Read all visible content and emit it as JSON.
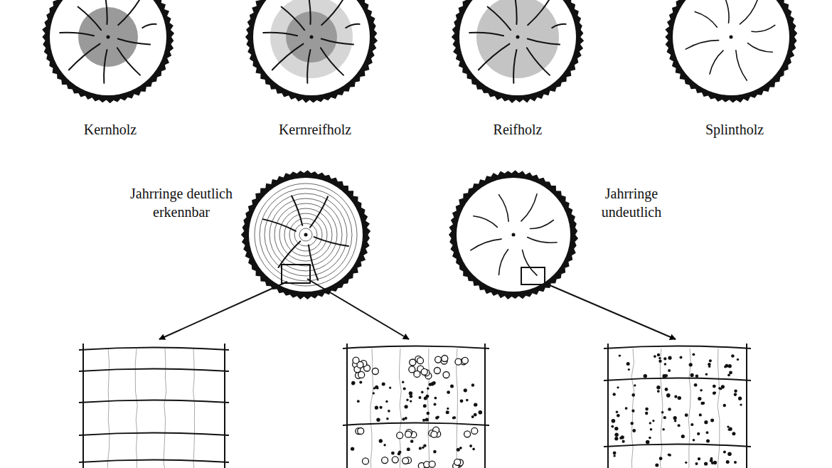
{
  "diagram": {
    "labels": [
      "Kernholz",
      "Kernreifholz",
      "Reifholz",
      "Splintholz",
      "Jahrringe deutlich erkennbar",
      "Jahrringe undeutlich"
    ]
  }
}
